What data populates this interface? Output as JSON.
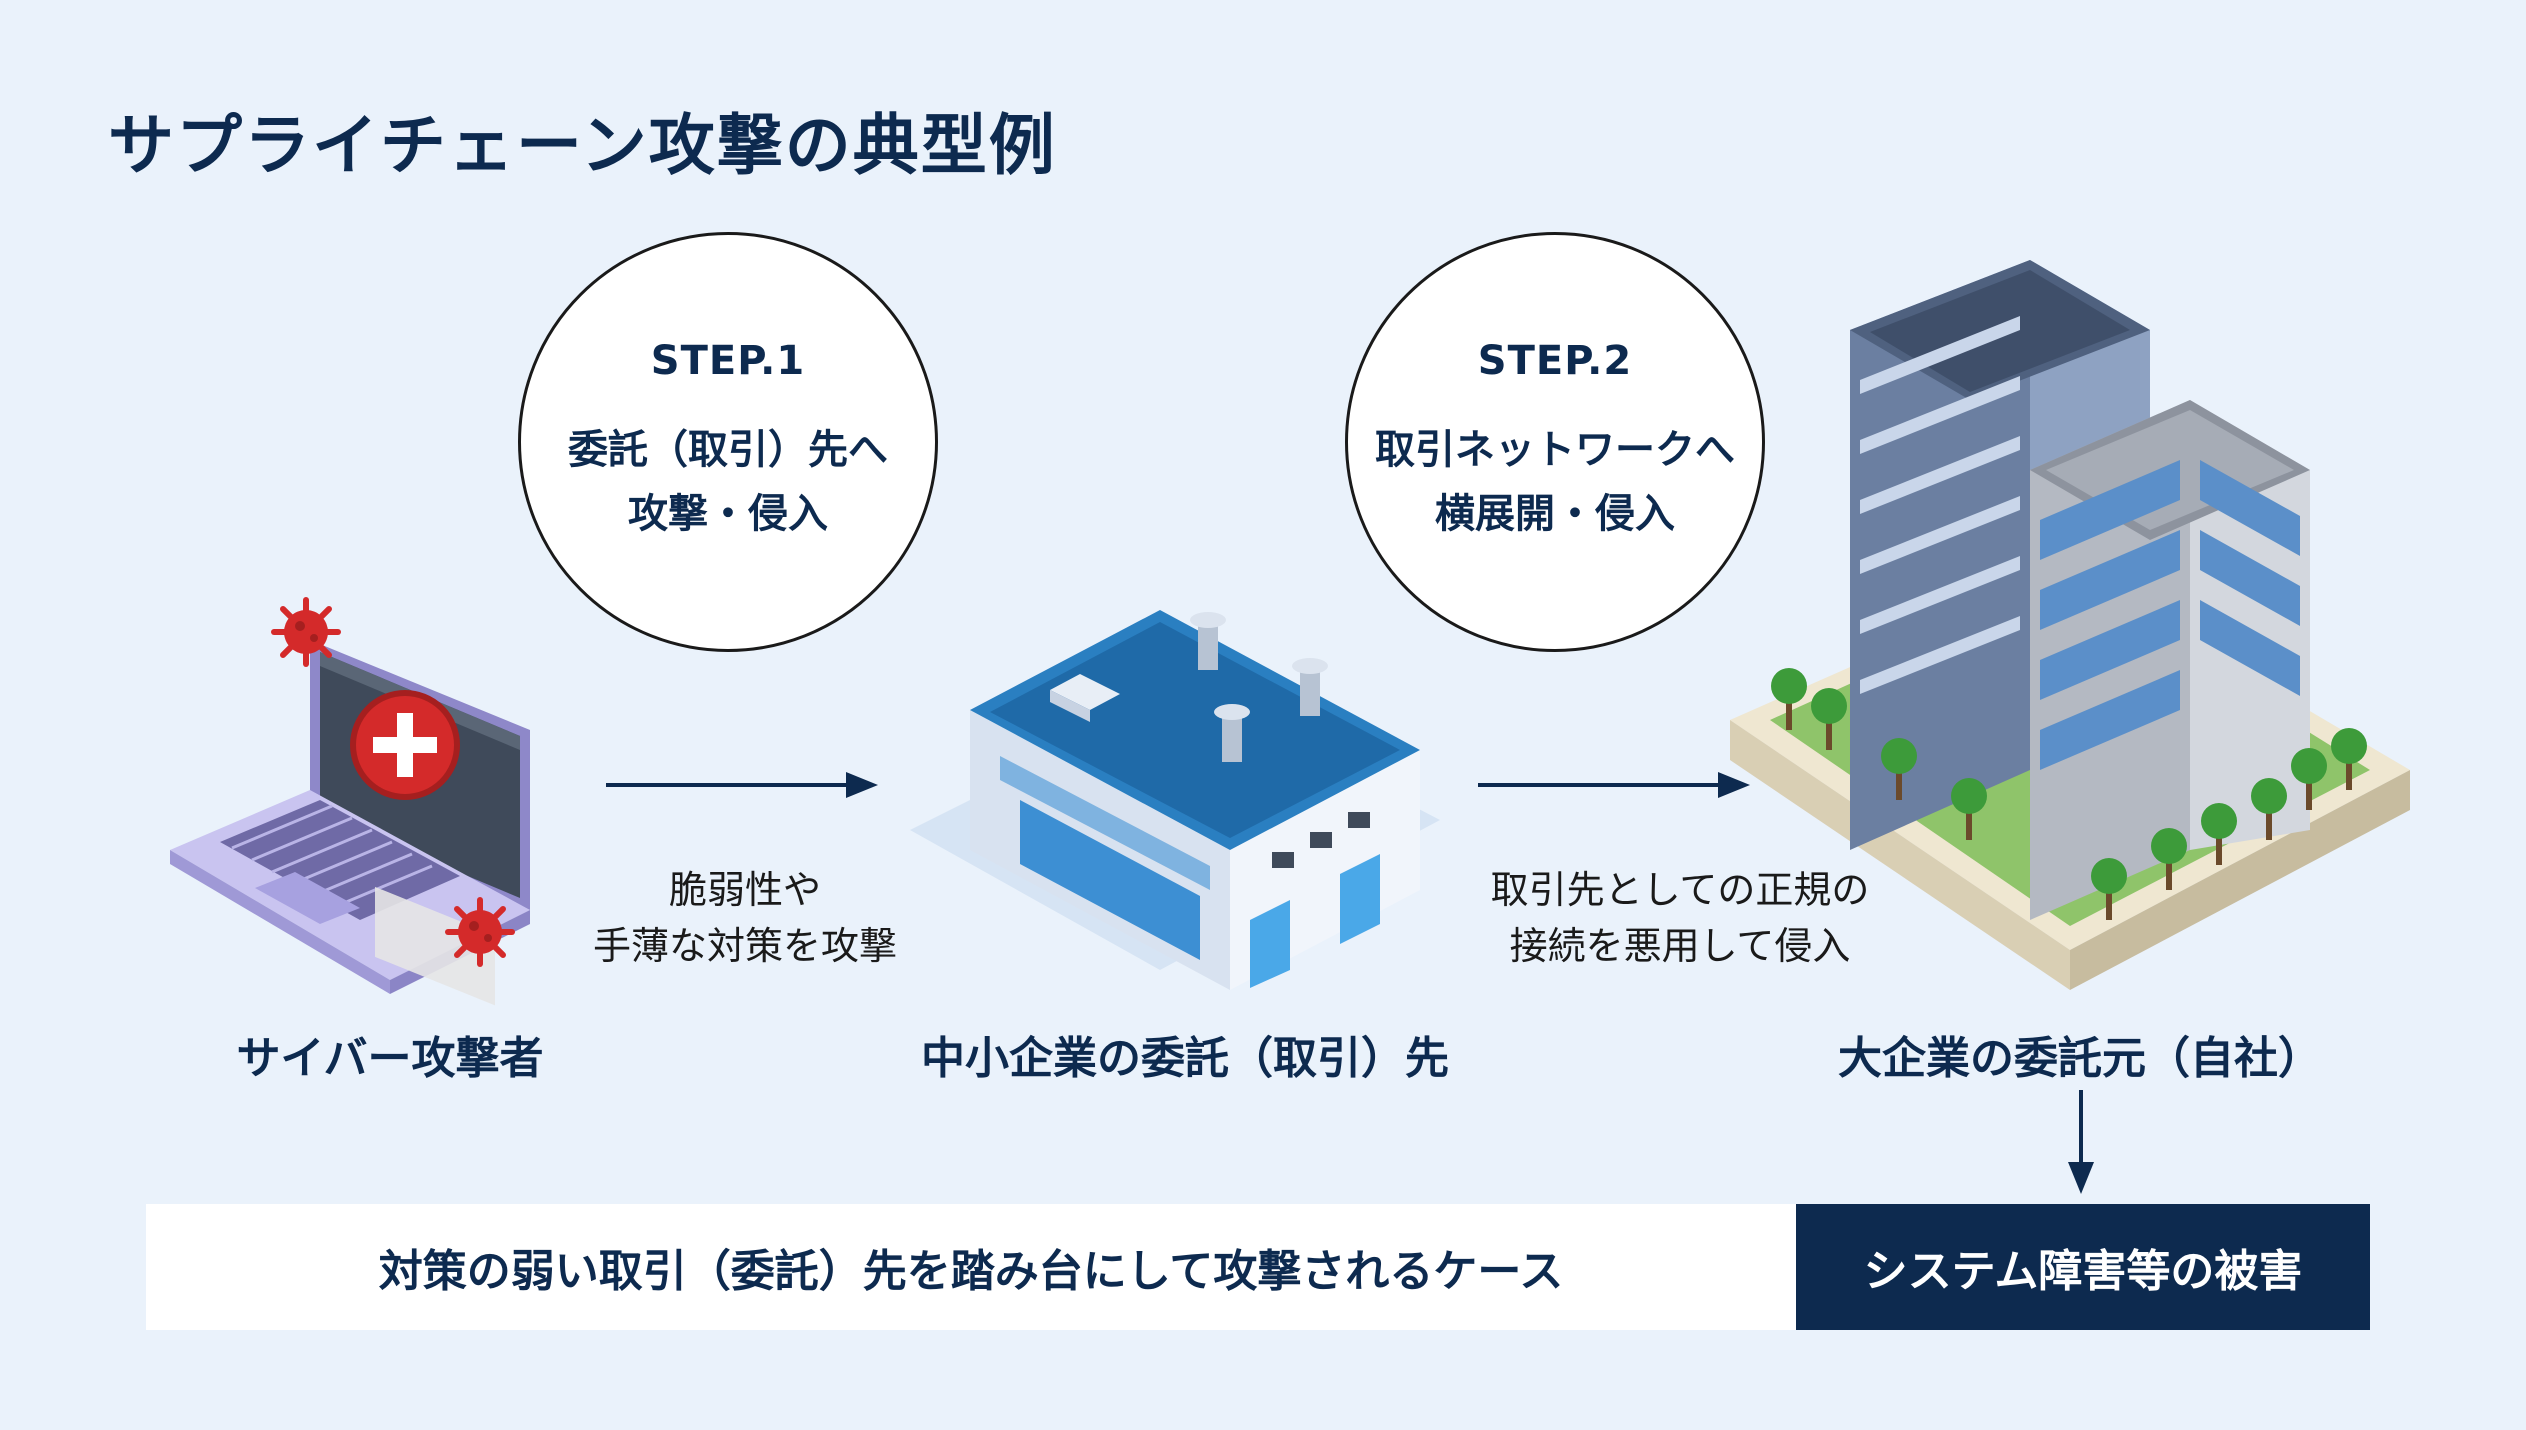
{
  "title": "サプライチェーン攻撃の典型例",
  "step1": {
    "label": "STEP.1",
    "line1": "委託（取引）先へ",
    "line2": "攻撃・侵入"
  },
  "step2": {
    "label": "STEP.2",
    "line1": "取引ネットワークへ",
    "line2": "横展開・侵入"
  },
  "arrow1_desc": {
    "line1": "脆弱性や",
    "line2": "手薄な対策を攻撃"
  },
  "arrow2_desc": {
    "line1": "取引先としての正規の",
    "line2": "接続を悪用して侵入"
  },
  "nodes": {
    "attacker": "サイバー攻撃者",
    "supplier": "中小企業の委託（取引）先",
    "enterprise": "大企業の委託元（自社）"
  },
  "bottom": {
    "summary": "対策の弱い取引（委託）先を踏み台にして攻撃されるケース",
    "result": "システム障害等の被害"
  },
  "colors": {
    "navy": "#0d2a4f",
    "background": "#eaf2fb",
    "virus": "#d42a2a",
    "laptop": "#b9b4e6",
    "factory_roof": "#2a7fc1",
    "factory_wall": "#e9eef6"
  },
  "icons": [
    "virus-icon",
    "laptop-icon",
    "factory-icon",
    "office-buildings-icon",
    "arrow-right-icon",
    "arrow-down-icon"
  ]
}
